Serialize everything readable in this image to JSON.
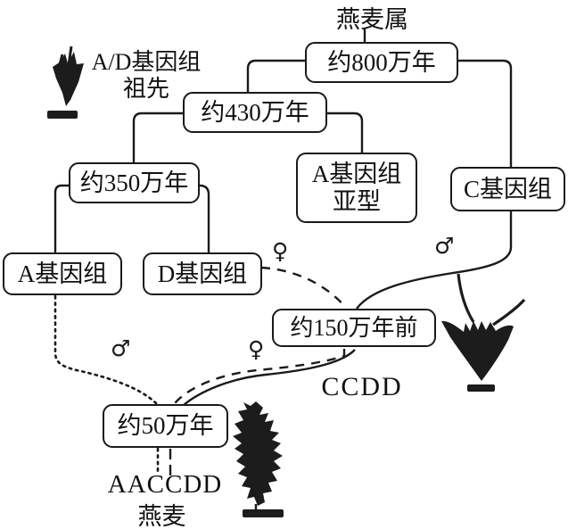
{
  "diagram": {
    "genus_title": "燕麦属",
    "ancestor_label": {
      "line1": "A/D基因组",
      "line2": "祖先"
    },
    "nodes": {
      "mya800": "约800万年",
      "mya430": "约430万年",
      "mya350": "约350万年",
      "a_subtype": {
        "line1": "A基因组",
        "line2": "亚型"
      },
      "c_genome": "C基因组",
      "a_genome": "A基因组",
      "d_genome": "D基因组",
      "mya150": "约150万年前",
      "mya50": "约50万年"
    },
    "offspring_labels": {
      "ccdd": "CCDD",
      "aaccdd": "AACCDD",
      "oat": "燕麦"
    },
    "symbols": {
      "female": "♀",
      "male": "♂"
    },
    "icons": [
      {
        "name": "spikelet-icon-ad-ancestor",
        "shape": "small dark oat spikelet with awns, scale bar below"
      },
      {
        "name": "spikelet-icon-wild-oat",
        "shape": "V-shaped dark spikelet with two long awns, scale bar below"
      },
      {
        "name": "panicle-icon-cultivated-oat",
        "shape": "dense dark oat panicle, scale bar below"
      }
    ],
    "colors": {
      "ink": "#1a1a1a",
      "paper": "#ffffff"
    }
  }
}
